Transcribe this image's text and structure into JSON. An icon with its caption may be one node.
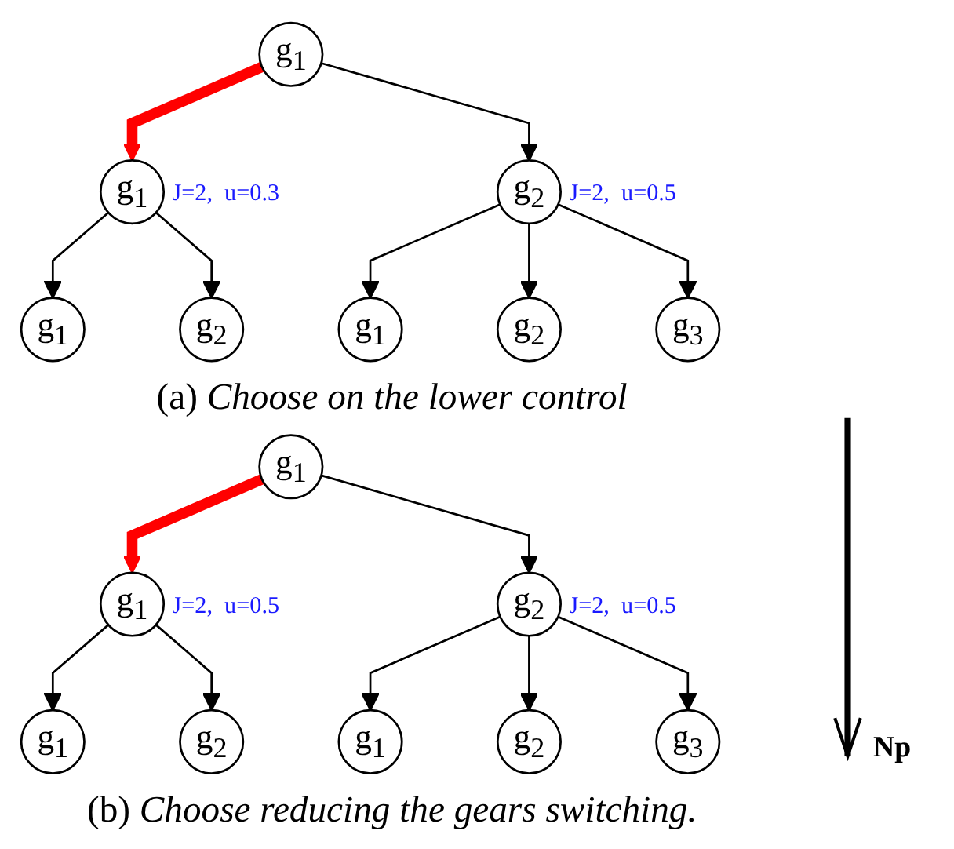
{
  "diagram": {
    "nodes": [
      {
        "text": [
          "g$_{1}$"
        ]
      },
      {
        "text": [
          "g$_{1}$"
        ],
        "beside": [
          "J=2,  u=0.3"
        ]
      },
      {
        "text": [
          "g$_{2}$"
        ],
        "beside": [
          "J=2,  u=0.5"
        ]
      },
      {
        "text": [
          "g$_{1}$"
        ]
      },
      {
        "text": [
          "g$_{2}$"
        ]
      },
      {
        "text": [
          "g$_{1}$"
        ]
      },
      {
        "text": [
          "g$_{2}$"
        ]
      },
      {
        "text": [
          "g$_{3}$"
        ]
      },
      {
        "text": [
          "g$_{1}$"
        ]
      },
      {
        "text": [
          "g$_{1}$"
        ],
        "beside": [
          "J=2,  u=0.5"
        ]
      },
      {
        "text": [
          "g$_{2}$"
        ],
        "beside": [
          "J=2,  u=0.5"
        ]
      },
      {
        "text": [
          "g$_{1}$"
        ]
      },
      {
        "text": [
          "g$_{2}$"
        ]
      },
      {
        "text": [
          "g$_{1}$"
        ]
      },
      {
        "text": [
          "g$_{2}$"
        ]
      },
      {
        "text": [
          "g$_{3}$"
        ]
      }
    ],
    "edges": [
      {
        "from": 0,
        "to": 1,
        "arrow": "to",
        "style": "thick",
        "color": "#ff0000"
      },
      {
        "from": 0,
        "to": 2,
        "arrow": "to"
      },
      {
        "from": 1,
        "to": 3,
        "arrow": "to"
      },
      {
        "from": 1,
        "to": 4,
        "arrow": "to"
      },
      {
        "from": 2,
        "to": 5,
        "arrow": "to"
      },
      {
        "from": 2,
        "to": 6,
        "arrow": "to"
      },
      {
        "from": 2,
        "to": 7,
        "arrow": "to"
      },
      {
        "from": 8,
        "to": 9,
        "arrow": "to",
        "style": "thick",
        "color": "#ff0000"
      },
      {
        "from": 8,
        "to": 10,
        "arrow": "to"
      },
      {
        "from": 9,
        "to": 11,
        "arrow": "to"
      },
      {
        "from": 9,
        "to": 12,
        "arrow": "to"
      },
      {
        "from": 10,
        "to": 13,
        "arrow": "to"
      },
      {
        "from": 10,
        "to": 14,
        "arrow": "to"
      },
      {
        "from": 10,
        "to": 15,
        "arrow": "to"
      }
    ],
    "labels": [
      "(a) *Choose on the lower control*",
      "Np",
      "(b) *Choose reducing the gears switching.*"
    ]
  }
}
